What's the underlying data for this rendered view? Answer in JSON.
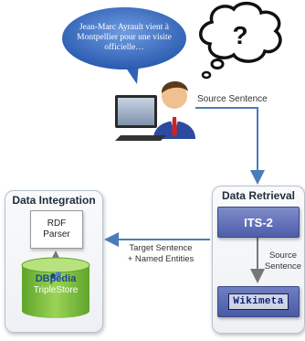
{
  "speech_bubble": {
    "text": "Jean-Marc Ayrault vient à Montpellier pour une visite officielle…"
  },
  "thought_bubble": {
    "symbol": "?"
  },
  "user": {
    "caption": "Source Sentence"
  },
  "data_integration": {
    "title": "Data Integration",
    "rdf_parser": {
      "line1": "RDF",
      "line2": "Parser"
    },
    "triplestore": {
      "logo_text": "DBpedia",
      "label": "TripleStore"
    }
  },
  "data_retrieval": {
    "title": "Data Retrieval",
    "its2_label": "ITS-2",
    "flow_label": {
      "line1": "Source",
      "line2": "Sentence"
    },
    "wikimeta_label": "Wikimeta"
  },
  "output_flow": {
    "line1": "Target Sentence",
    "line2": "+ Named Entities"
  },
  "colors": {
    "bubble_blue": "#3a6fc4",
    "its_purple": "#5e6db8",
    "arrow_blue": "#4a7db8",
    "store_green": "#7ec03a"
  }
}
